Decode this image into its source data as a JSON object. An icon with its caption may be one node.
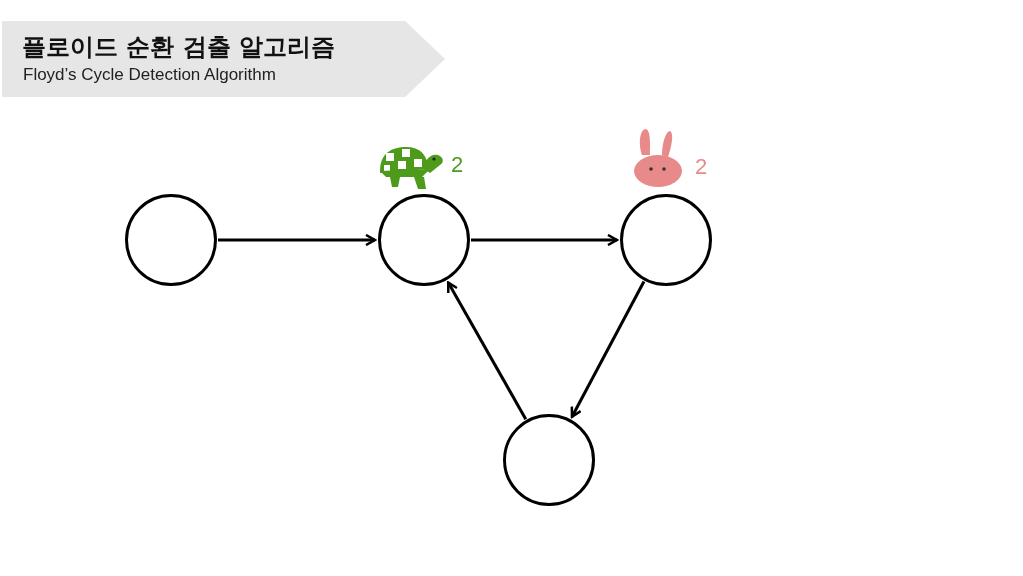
{
  "diagram": {
    "title": "플로이드 순환 검출 알고리즘",
    "nodes": [
      {
        "text": [],
        "shape": "circle"
      },
      {
        "text": [],
        "shape": "circle"
      },
      {
        "text": [],
        "shape": "circle"
      },
      {
        "text": [],
        "shape": "circle"
      }
    ],
    "edges": [
      {
        "from": 0,
        "to": 1,
        "arrow": "to"
      },
      {
        "from": 1,
        "to": 2,
        "arrow": "to"
      },
      {
        "from": 2,
        "to": 3,
        "arrow": "to"
      },
      {
        "from": 3,
        "to": 1,
        "arrow": "to"
      }
    ],
    "labels": [
      "Floyd’s Cycle Detection Algorithm",
      "2",
      "2"
    ]
  }
}
